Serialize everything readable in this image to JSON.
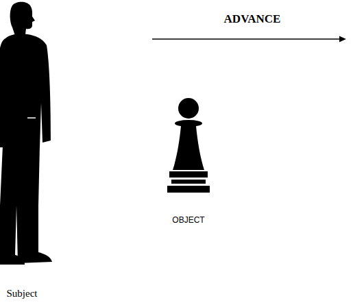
{
  "diagram": {
    "labels": [
      "ADVANCE",
      "OBJECT",
      "Subject"
    ]
  }
}
